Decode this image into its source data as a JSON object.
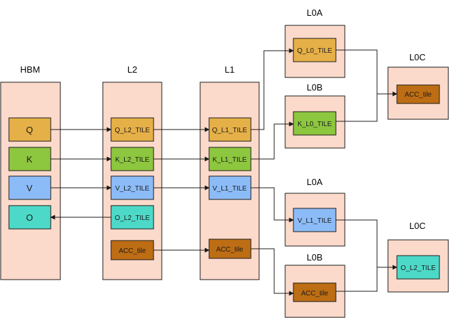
{
  "colors": {
    "container": "#fcdacb",
    "stroke": "#1a1a1a",
    "q": "#e6b048",
    "k": "#8dc63f",
    "v": "#8cbcf7",
    "o": "#4dd9c8",
    "acc": "#bd6d14"
  },
  "sections": {
    "hbm": "HBM",
    "l2": "L2",
    "l1": "L1",
    "l0a_top": "L0A",
    "l0b_top": "L0B",
    "l0c_top": "L0C",
    "l0a_bottom": "L0A",
    "l0b_bottom": "L0B",
    "l0c_bottom": "L0C"
  },
  "hbm_items": [
    "Q",
    "K",
    "V",
    "O"
  ],
  "l2_items": [
    "Q_L2_TILE",
    "K_L2_TILE",
    "V_L2_TILE",
    "O_L2_TILE",
    "ACC_tile"
  ],
  "l1_items": [
    "Q_L1_TILE",
    "K_L1_TILE",
    "V_L1_TILE",
    "ACC_tile"
  ],
  "l0": {
    "a_top": "Q_L0_TILE",
    "b_top": "K_L0_TILE",
    "c_top": "ACC_tile",
    "a_bottom": "V_L1_TILE",
    "b_bottom": "ACC_tile",
    "c_bottom": "O_L2_TILE"
  }
}
